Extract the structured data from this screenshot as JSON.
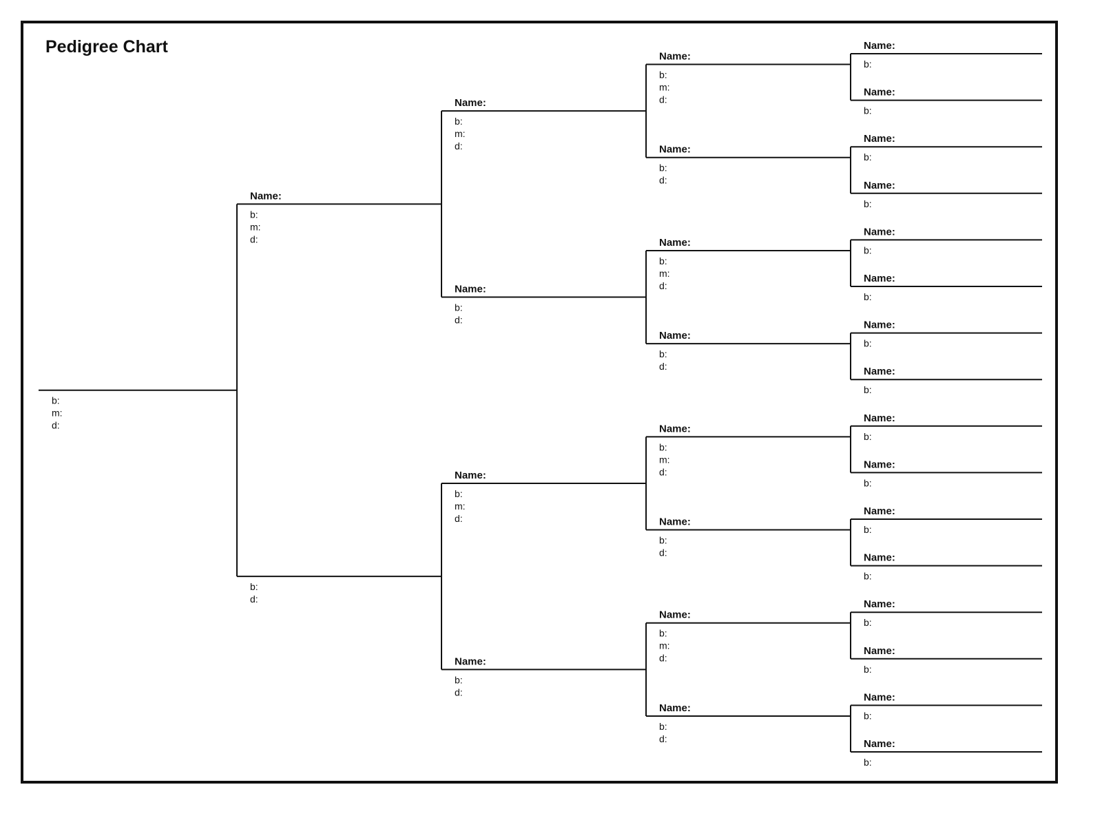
{
  "title": "Pedigree Chart",
  "labels": {
    "name": "Name:",
    "born": "b:",
    "married": "m:",
    "died": "d:"
  },
  "generations": [
    {
      "generation": 1,
      "persons": [
        {
          "name_label": "",
          "fields": [
            "b:",
            "m:",
            "d:"
          ]
        }
      ]
    },
    {
      "generation": 2,
      "persons": [
        {
          "name_label": "Name:",
          "fields": [
            "b:",
            "m:",
            "d:"
          ]
        },
        {
          "name_label": "",
          "fields": [
            "b:",
            "d:"
          ]
        }
      ]
    },
    {
      "generation": 3,
      "persons": [
        {
          "name_label": "Name:",
          "fields": [
            "b:",
            "m:",
            "d:"
          ]
        },
        {
          "name_label": "Name:",
          "fields": [
            "b:",
            "d:"
          ]
        },
        {
          "name_label": "Name:",
          "fields": [
            "b:",
            "m:",
            "d:"
          ]
        },
        {
          "name_label": "Name:",
          "fields": [
            "b:",
            "d:"
          ]
        }
      ]
    },
    {
      "generation": 4,
      "persons": [
        {
          "name_label": "Name:",
          "fields": [
            "b:",
            "m:",
            "d:"
          ]
        },
        {
          "name_label": "Name:",
          "fields": [
            "b:",
            "d:"
          ]
        },
        {
          "name_label": "Name:",
          "fields": [
            "b:",
            "m:",
            "d:"
          ]
        },
        {
          "name_label": "Name:",
          "fields": [
            "b:",
            "d:"
          ]
        },
        {
          "name_label": "Name:",
          "fields": [
            "b:",
            "m:",
            "d:"
          ]
        },
        {
          "name_label": "Name:",
          "fields": [
            "b:",
            "d:"
          ]
        },
        {
          "name_label": "Name:",
          "fields": [
            "b:",
            "m:",
            "d:"
          ]
        },
        {
          "name_label": "Name:",
          "fields": [
            "b:",
            "d:"
          ]
        }
      ]
    },
    {
      "generation": 5,
      "persons": [
        {
          "name_label": "Name:",
          "fields": [
            "b:"
          ]
        },
        {
          "name_label": "Name:",
          "fields": [
            "b:"
          ]
        },
        {
          "name_label": "Name:",
          "fields": [
            "b:"
          ]
        },
        {
          "name_label": "Name:",
          "fields": [
            "b:"
          ]
        },
        {
          "name_label": "Name:",
          "fields": [
            "b:"
          ]
        },
        {
          "name_label": "Name:",
          "fields": [
            "b:"
          ]
        },
        {
          "name_label": "Name:",
          "fields": [
            "b:"
          ]
        },
        {
          "name_label": "Name:",
          "fields": [
            "b:"
          ]
        },
        {
          "name_label": "Name:",
          "fields": [
            "b:"
          ]
        },
        {
          "name_label": "Name:",
          "fields": [
            "b:"
          ]
        },
        {
          "name_label": "Name:",
          "fields": [
            "b:"
          ]
        },
        {
          "name_label": "Name:",
          "fields": [
            "b:"
          ]
        },
        {
          "name_label": "Name:",
          "fields": [
            "b:"
          ]
        },
        {
          "name_label": "Name:",
          "fields": [
            "b:"
          ]
        },
        {
          "name_label": "Name:",
          "fields": [
            "b:"
          ]
        },
        {
          "name_label": "Name:",
          "fields": [
            "b:"
          ]
        }
      ]
    }
  ]
}
